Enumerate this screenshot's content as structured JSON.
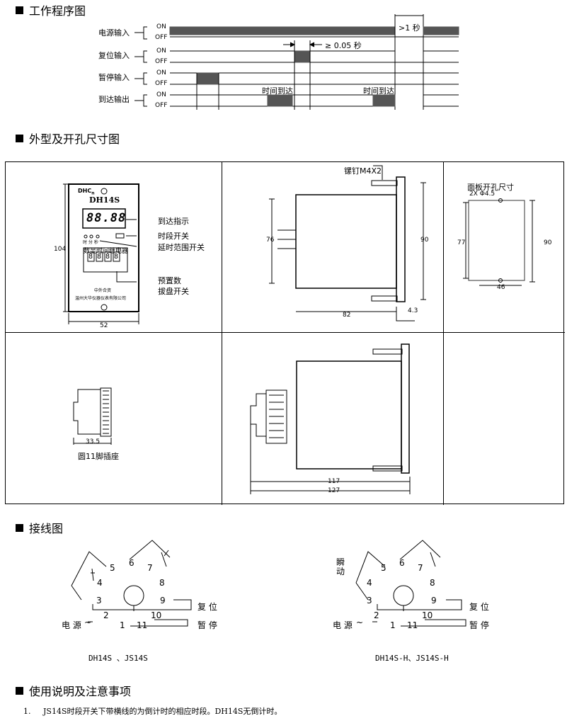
{
  "sections": {
    "timing": "工作程序图",
    "dimensions": "外型及开孔尺寸图",
    "wiring": "接线图",
    "usage": "使用说明及注意事项"
  },
  "timing": {
    "rows": [
      "电源输入",
      "复位输入",
      "暂停输入",
      "到达输出"
    ],
    "on": "ON",
    "off": "OFF",
    "off_alt": "OFF",
    "gt1s": ">1 秒",
    "ge005s": "≥ 0.05 秒",
    "time_reached": "时间到达"
  },
  "front": {
    "brand": "DHC",
    "brand_sub": "n",
    "model": "DH14S",
    "display": "88.88",
    "small_marks": "时 分 秒",
    "product": "数显时间继电器",
    "joint": "中外合资",
    "maker": "温州大华仪器仪表有限公司",
    "dial_digits": [
      "8",
      "8",
      "8",
      "8"
    ],
    "height": "104",
    "width": "52",
    "callouts": [
      "到达指示",
      "时段开关",
      "延时范围开关",
      "预置数",
      "拔盘开关"
    ]
  },
  "side": {
    "screw": "镙钉M4X2",
    "h76": "76",
    "h90": "90",
    "w82": "82",
    "w43": "4.3"
  },
  "cutout": {
    "title": "面板开孔尺寸",
    "holes": "2X Φ4.5",
    "h77": "77",
    "h90": "90",
    "w46": "46"
  },
  "socket": {
    "dim": "33.5",
    "label": "圆11脚插座"
  },
  "assembly": {
    "d117": "117",
    "d127": "127"
  },
  "wiring": {
    "left_caption": "DH14S 、JS14S",
    "right_caption": "DH14S-H、JS14S-H",
    "power": "电 源",
    "reset": "复 位",
    "pause": "暂 停",
    "instant": "瞬动",
    "tilde": "~",
    "pins": [
      "1",
      "2",
      "3",
      "4",
      "5",
      "6",
      "7",
      "8",
      "9",
      "10",
      "11"
    ]
  },
  "notes": [
    {
      "num": "1.",
      "text": "JS14S时段开关下带横线的为倒计时的相应时段。DH14S无倒计时。"
    }
  ]
}
